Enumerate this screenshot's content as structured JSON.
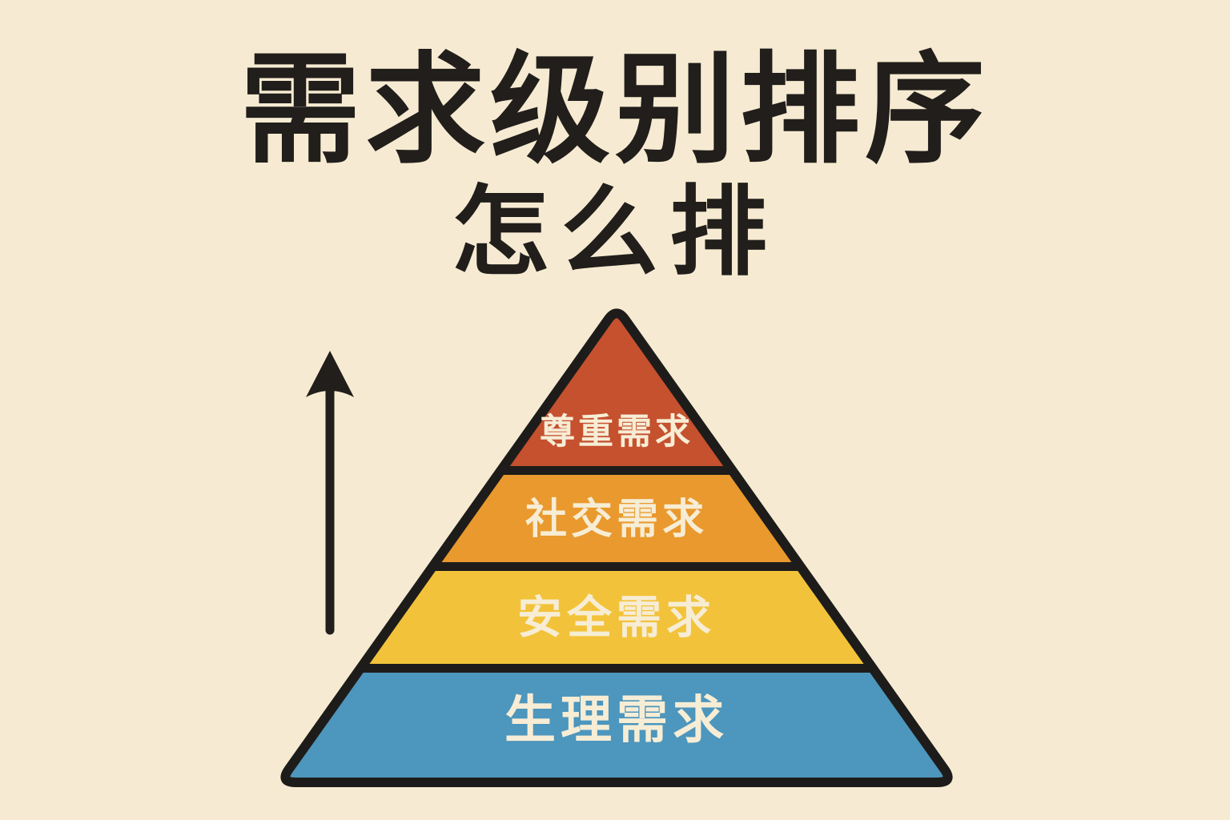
{
  "page": {
    "background_color": "#F6EBD2"
  },
  "title": {
    "line1": "需求级别排序",
    "line2": "怎么排",
    "color": "#211E1B"
  },
  "arrow": {
    "direction": "up",
    "color": "#211E1B"
  },
  "pyramid": {
    "outline_color": "#1E1C1A",
    "label_color": "#F7EDD5",
    "levels": [
      {
        "label": "尊重需求",
        "color": "#C5512F"
      },
      {
        "label": "社交需求",
        "color": "#E9992D"
      },
      {
        "label": "安全需求",
        "color": "#F2C33A"
      },
      {
        "label": "生理需求",
        "color": "#4D96BD"
      }
    ]
  }
}
